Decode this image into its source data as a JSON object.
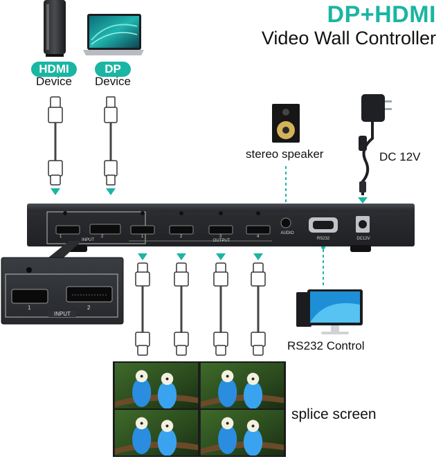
{
  "title": {
    "line1": "DP+HDMI",
    "line2": "Video Wall Controller"
  },
  "sources": [
    {
      "pill": "HDMI",
      "label": "Device",
      "icon": "tower-pc-icon"
    },
    {
      "pill": "DP",
      "label": "Device",
      "icon": "laptop-icon"
    }
  ],
  "peripherals": {
    "speaker_label": "stereo speaker",
    "power_label": "DC 12V",
    "rs232_label": "RS232 Control",
    "screen_label": "splice screen"
  },
  "panel": {
    "input_label": "INPUT",
    "output_label": "OUTPUT",
    "audio_label": "AUDIO",
    "rs232_port_label": "RS232",
    "dc_port_label": "DC12V",
    "input_ports": [
      "1",
      "2"
    ],
    "output_ports": [
      "1",
      "2",
      "3",
      "4"
    ]
  },
  "zoom_inset": {
    "label": "INPUT",
    "ports": [
      "1",
      "2"
    ]
  },
  "colors": {
    "accent": "#1bb5a3",
    "device": "#2b2d31",
    "arrow": "#1bb5a3"
  }
}
